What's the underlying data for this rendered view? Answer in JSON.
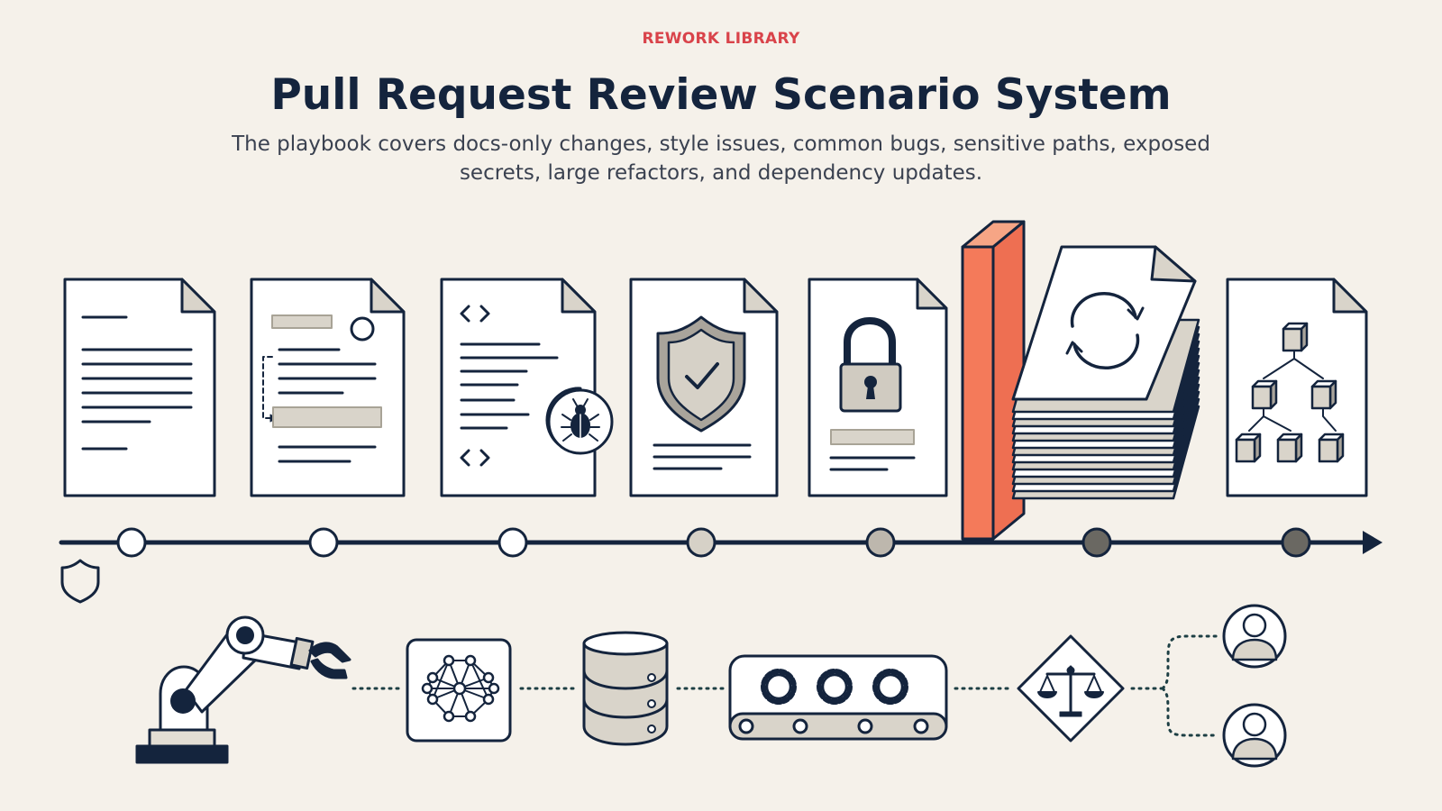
{
  "header": {
    "eyebrow": "REWORK LIBRARY",
    "title": "Pull Request Review Scenario System",
    "subtitle": "The playbook covers docs-only changes, style issues, common bugs, sensitive paths, exposed secrets, large refactors, and dependency updates."
  },
  "colors": {
    "background": "#f5f1ea",
    "ink": "#14243d",
    "accent": "#d9434a",
    "barrier": "#f47a5a",
    "paper": "#ffffff",
    "fill_gray": "#d9d4ca"
  },
  "timeline": {
    "scenario_icons": [
      "document-icon",
      "style-review-icon",
      "bug-icon",
      "shield-check-icon",
      "padlock-icon",
      "refactor-stack-icon",
      "dependency-tree-icon"
    ],
    "stage_fill_levels": [
      "white",
      "white",
      "white",
      "light-gray",
      "light-gray",
      "dark-gray",
      "dark-gray"
    ]
  },
  "pipeline": {
    "icons": [
      "robot-arm-icon",
      "neural-network-icon",
      "database-icon",
      "gear-conveyor-icon",
      "balance-scale-icon",
      "reviewer-user-icon",
      "reviewer-user-icon"
    ]
  }
}
